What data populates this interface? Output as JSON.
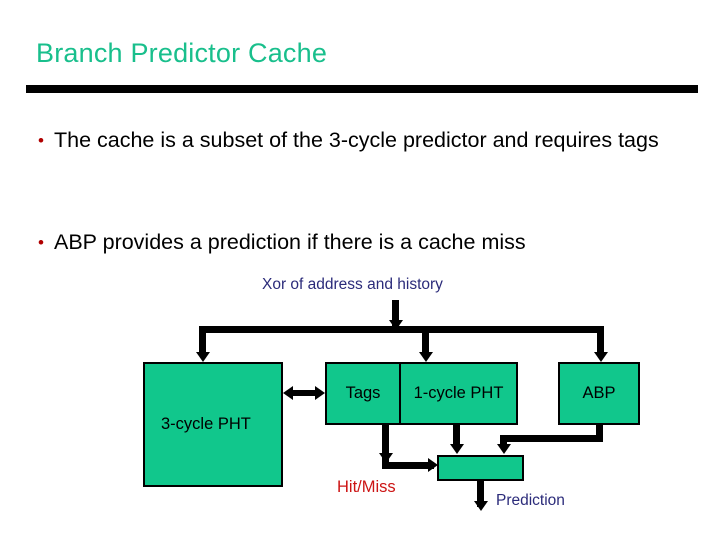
{
  "slide": {
    "title": "Branch Predictor Cache",
    "title_color": "#19BF8C",
    "rule_color": "#000000",
    "background": "#ffffff"
  },
  "bullets": [
    {
      "marker": "•",
      "text": "The cache is a subset of the 3-cycle predictor and requires tags"
    },
    {
      "marker": "•",
      "text": "ABP provides a prediction if there is a cache miss"
    }
  ],
  "diagram": {
    "input_label": "Xor of address and history",
    "input_label_color": "#2B2B7A",
    "box_fill": "#11C78C",
    "box_stroke": "#000000",
    "boxes": [
      {
        "id": "three-cycle-pht",
        "label": "3-cycle PHT"
      },
      {
        "id": "tags",
        "label": "Tags"
      },
      {
        "id": "one-cycle-pht",
        "label": "1-cycle PHT"
      },
      {
        "id": "abp",
        "label": "ABP"
      },
      {
        "id": "mux",
        "label": ""
      }
    ],
    "annotations": [
      {
        "id": "hit-miss",
        "label": "Hit/Miss",
        "color": "#CC1414"
      },
      {
        "id": "prediction",
        "label": "Prediction",
        "color": "#2B2B7A"
      }
    ]
  }
}
